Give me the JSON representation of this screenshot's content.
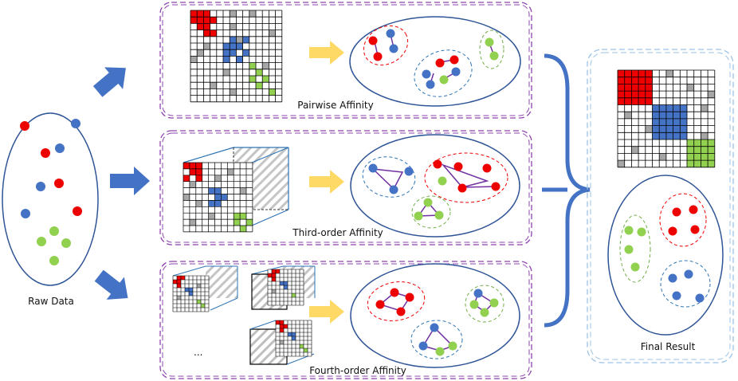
{
  "labels": {
    "raw_data": "Raw Data",
    "pairwise": "Pairwise Affinity",
    "third_order": "Third-order  Affinity",
    "fourth_order": "Fourth-order  Affinity",
    "final_result": "Final Result",
    "ellipsis": "..."
  },
  "colors": {
    "red": "#ee0000",
    "blue": "#4472c4",
    "green": "#92d050",
    "gray": "#a6a6a6",
    "purple_dash": "#8e44ad",
    "light_blue_dash": "#9dc3e6",
    "ellipse_stroke": "#2f5597",
    "arrow_blue": "#4472c4",
    "arrow_yellow": "#ffd966"
  }
}
